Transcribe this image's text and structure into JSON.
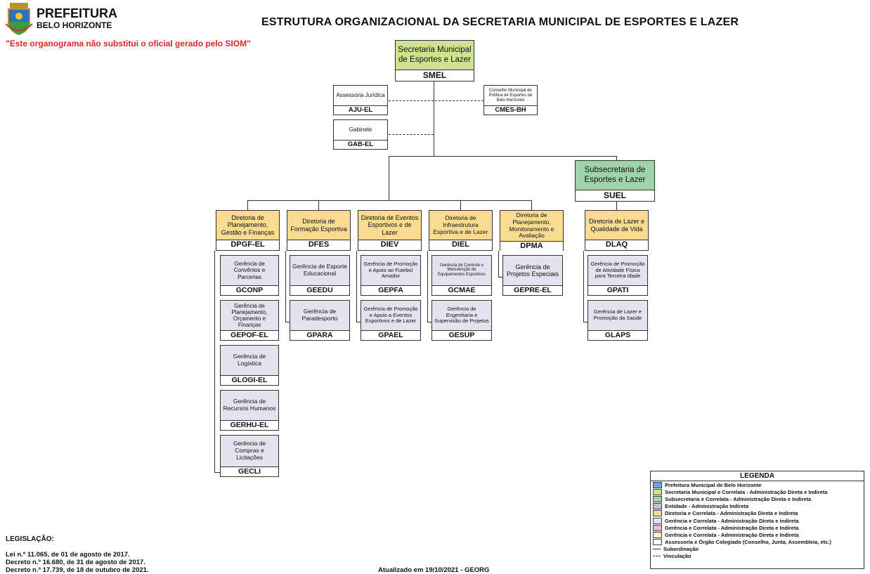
{
  "header": {
    "logo_line1": "PREFEITURA",
    "logo_line2": "BELO HORIZONTE",
    "title": "ESTRUTURA ORGANIZACIONAL DA SECRETARIA MUNICIPAL DE ESPORTES E LAZER",
    "warning": "\"Este organograma não substitui o oficial gerado pelo SIOM\""
  },
  "nodes": {
    "smel": {
      "name": "Secretaria Municipal de Esportes e Lazer",
      "code": "SMEL"
    },
    "aju": {
      "name": "Assessoria Jurídica",
      "code": "AJU-EL"
    },
    "cmes": {
      "name": "Conselho Municipal de Política de Esportes de Belo Horizonte",
      "code": "CMES-BH"
    },
    "gab": {
      "name": "Gabinete",
      "code": "GAB-EL"
    },
    "suel": {
      "name": "Subsecretaria de Esportes e Lazer",
      "code": "SUEL"
    },
    "dpgf": {
      "name": "Diretoria de Planejamento, Gestão e Finanças",
      "code": "DPGF-EL"
    },
    "dfes": {
      "name": "Diretoria de Formação Esportiva",
      "code": "DFES"
    },
    "diev": {
      "name": "Diretoria de Eventos Esportivos e de Lazer",
      "code": "DIEV"
    },
    "diel": {
      "name": "Diretoria de Infraestrutura Esportiva e de Lazer",
      "code": "DIEL"
    },
    "dpma": {
      "name": "Diretoria de Planejamento, Monitoramento e Avaliação",
      "code": "DPMA"
    },
    "dlaq": {
      "name": "Diretoria de Lazer e Qualidade de Vida",
      "code": "DLAQ"
    },
    "gconp": {
      "name": "Gerência de Convênios e Parcerias",
      "code": "GCONP"
    },
    "gepof": {
      "name": "Gerência de Planejamento, Orçamento e Finanças",
      "code": "GEPOF-EL"
    },
    "glogi": {
      "name": "Gerência de Logística",
      "code": "GLOGI-EL"
    },
    "gerhu": {
      "name": "Gerência de Recursos Humanos",
      "code": "GERHU-EL"
    },
    "gecli": {
      "name": "Gerência de Compras e Licitações",
      "code": "GECLI"
    },
    "geedu": {
      "name": "Gerência de Esporte Educacional",
      "code": "GEEDU"
    },
    "gpara": {
      "name": "Gerência de Paradesporto",
      "code": "GPARA"
    },
    "gepfa": {
      "name": "Gerência de Promoção e Apoio ao Futebol Amador",
      "code": "GEPFA"
    },
    "gpael": {
      "name": "Gerência de Promoção e Apoio a Eventos Esportivos e de Lazer",
      "code": "GPAEL"
    },
    "gcmae": {
      "name": "Gerência de Controle e Manutenção de Equipamentos Esportivos",
      "code": "GCMAE"
    },
    "gesup": {
      "name": "Gerência de Engenharia e Supervisão de Projetos",
      "code": "GESUP"
    },
    "gepre": {
      "name": "Gerência de Projetos Especiais",
      "code": "GEPRE-EL"
    },
    "gpati": {
      "name": "Gerência de Promoção de Atividade Física para Terceira Idade",
      "code": "GPATI"
    },
    "glaps": {
      "name": "Gerência de Lazer e Promoção da Saúde",
      "code": "GLAPS"
    }
  },
  "legend": {
    "title": "LEGENDA",
    "items": [
      {
        "label": "Prefeitura Municipal de Belo Horizonte",
        "color": "#6fa8dc"
      },
      {
        "label": "Secretaria Municipal e Correlata - Administração Direta e Indireta",
        "color": "#cfe28f"
      },
      {
        "label": "Subsecretaria e Correlata - Administração Direta e Indireta",
        "color": "#9fd3a9"
      },
      {
        "label": "Entidade - Administração Indireta",
        "color": "#c9b8e6"
      },
      {
        "label": "Diretoria e Correlata - Administração Direta e Indireta",
        "color": "#f9dc92"
      },
      {
        "label": "Gerência e Correlata - Administração Direta e indireta",
        "color": "#e3e3ef"
      },
      {
        "label": "Gerência e Correlata - Administração Direta e Indireta",
        "color": "#f4b9c1"
      },
      {
        "label": "Gerência e Correlata - Administração Direta e Indireta",
        "color": "#fbf3c7"
      },
      {
        "label": "Assessoria e Órgão Colegiado (Conselho, Junta, Assembleia, etc.)",
        "color": "#ffffff"
      }
    ],
    "line_subordinacao": "Subordinação",
    "line_vinculacao": "Vinculação"
  },
  "footer": {
    "legislacao_title": "LEGISLAÇÃO:",
    "laws": [
      "Lei n.º 11.065, de 01 de agosto de 2017.",
      "Decreto n.º 16.680, de 31 de agosto de 2017.",
      "Decreto n.º 17.739, de 18 de outubro de 2021."
    ],
    "updated": "Atualizado em 19/10/2021 - GEORG"
  }
}
